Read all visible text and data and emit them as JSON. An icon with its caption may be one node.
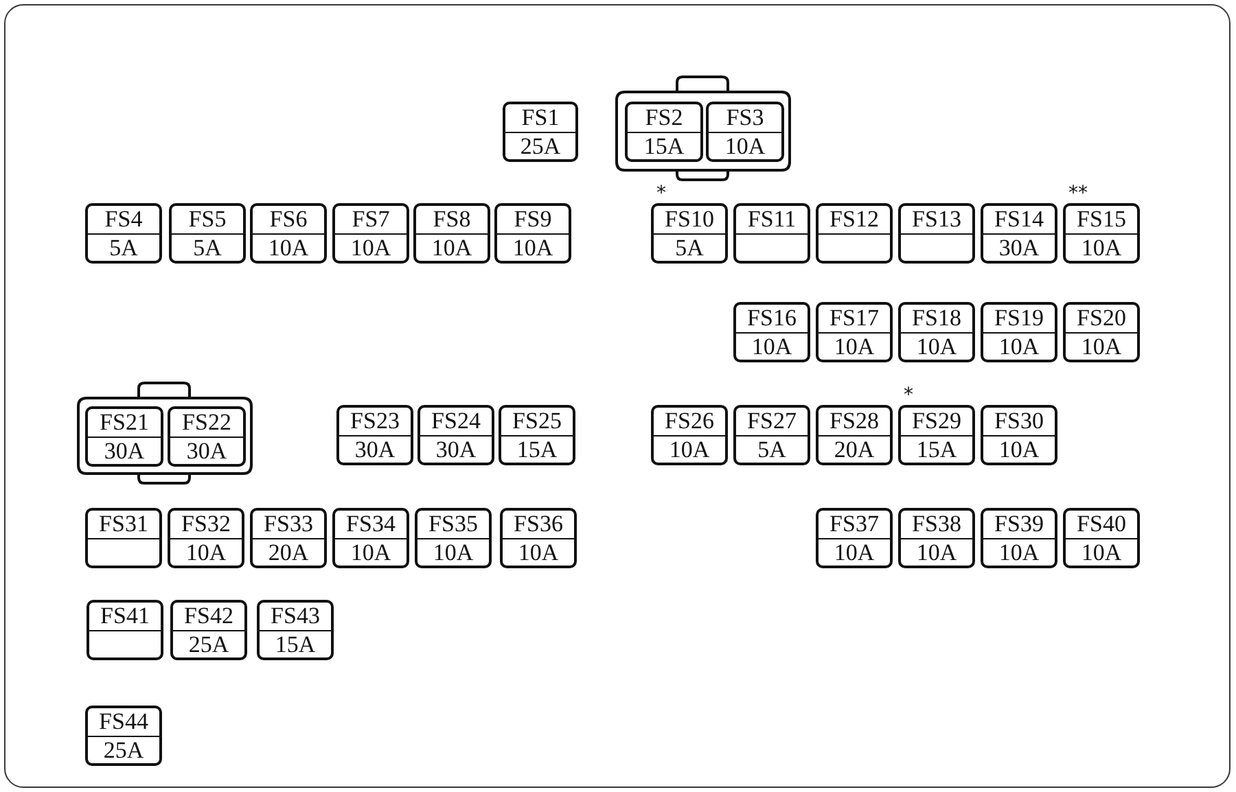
{
  "diagram": {
    "nodes": [
      {
        "text": [
          "FS1",
          "25A"
        ]
      },
      {
        "text": [],
        "shape": "box"
      },
      {
        "text": [
          "FS2",
          "15A"
        ],
        "in": 1
      },
      {
        "text": [
          "FS3",
          "10A"
        ],
        "in": 1
      },
      {
        "text": [
          "FS4",
          "5A"
        ]
      },
      {
        "text": [
          "FS5",
          "5A"
        ]
      },
      {
        "text": [
          "FS6",
          "10A"
        ]
      },
      {
        "text": [
          "FS7",
          "10A"
        ]
      },
      {
        "text": [
          "FS8",
          "10A"
        ]
      },
      {
        "text": [
          "FS9",
          "10A"
        ]
      },
      {
        "text": [
          "FS10",
          "5A"
        ],
        "beside": [
          "*"
        ]
      },
      {
        "text": [
          "FS11"
        ]
      },
      {
        "text": [
          "FS12"
        ]
      },
      {
        "text": [
          "FS13"
        ]
      },
      {
        "text": [
          "FS14",
          "30A"
        ]
      },
      {
        "text": [
          "FS15",
          "10A"
        ],
        "beside": [
          "**"
        ]
      },
      {
        "text": [
          "FS16",
          "10A"
        ]
      },
      {
        "text": [
          "FS17",
          "10A"
        ]
      },
      {
        "text": [
          "FS18",
          "10A"
        ]
      },
      {
        "text": [
          "FS19",
          "10A"
        ]
      },
      {
        "text": [
          "FS20",
          "10A"
        ]
      },
      {
        "text": [],
        "shape": "box"
      },
      {
        "text": [
          "FS21",
          "30A"
        ],
        "in": 21
      },
      {
        "text": [
          "FS22",
          "30A"
        ],
        "in": 21
      },
      {
        "text": [
          "FS23",
          "30A"
        ]
      },
      {
        "text": [
          "FS24",
          "30A"
        ]
      },
      {
        "text": [
          "FS25",
          "15A"
        ]
      },
      {
        "text": [
          "FS26",
          "10A"
        ]
      },
      {
        "text": [
          "FS27",
          "5A"
        ]
      },
      {
        "text": [
          "FS28",
          "20A"
        ]
      },
      {
        "text": [
          "FS29",
          "15A"
        ],
        "beside": [
          "*"
        ]
      },
      {
        "text": [
          "FS30",
          "10A"
        ]
      },
      {
        "text": [
          "FS31"
        ]
      },
      {
        "text": [
          "FS32",
          "10A"
        ]
      },
      {
        "text": [
          "FS33",
          "20A"
        ]
      },
      {
        "text": [
          "FS34",
          "10A"
        ]
      },
      {
        "text": [
          "FS35",
          "10A"
        ]
      },
      {
        "text": [
          "FS36",
          "10A"
        ]
      },
      {
        "text": [
          "FS37",
          "10A"
        ]
      },
      {
        "text": [
          "FS38",
          "10A"
        ]
      },
      {
        "text": [
          "FS39",
          "10A"
        ]
      },
      {
        "text": [
          "FS40",
          "10A"
        ]
      },
      {
        "text": [
          "FS41"
        ]
      },
      {
        "text": [
          "FS42",
          "25A"
        ]
      },
      {
        "text": [
          "FS43",
          "15A"
        ]
      },
      {
        "text": [
          "FS44",
          "25A"
        ]
      }
    ]
  }
}
